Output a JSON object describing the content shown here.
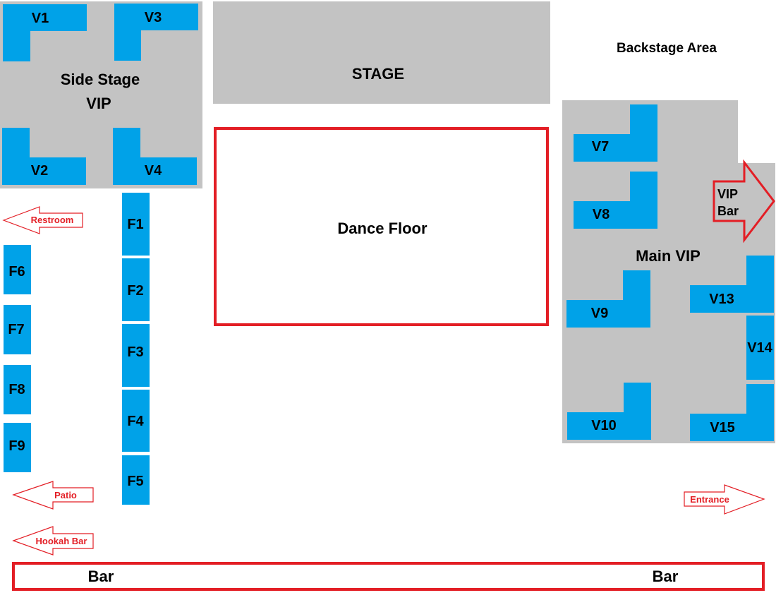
{
  "colors": {
    "table": "#00a2e8",
    "zone": "#c3c3c3",
    "outline": "#e31e25"
  },
  "zones": {
    "side_stage_line1": "Side Stage",
    "side_stage_line2": "VIP",
    "stage": "STAGE",
    "backstage": "Backstage Area",
    "dance_floor": "Dance Floor",
    "main_vip": "Main VIP",
    "vip_bar_line1": "VIP",
    "vip_bar_line2": "Bar",
    "bar_left": "Bar",
    "bar_right": "Bar"
  },
  "tables": {
    "v1": "V1",
    "v2": "V2",
    "v3": "V3",
    "v4": "V4",
    "v7": "V7",
    "v8": "V8",
    "v9": "V9",
    "v10": "V10",
    "v13": "V13",
    "v14": "V14",
    "v15": "V15",
    "f1": "F1",
    "f2": "F2",
    "f3": "F3",
    "f4": "F4",
    "f5": "F5",
    "f6": "F6",
    "f7": "F7",
    "f8": "F8",
    "f9": "F9"
  },
  "directions": {
    "restroom": "Restroom",
    "patio": "Patio",
    "hookah_bar": "Hookah Bar",
    "entrance": "Entrance"
  }
}
